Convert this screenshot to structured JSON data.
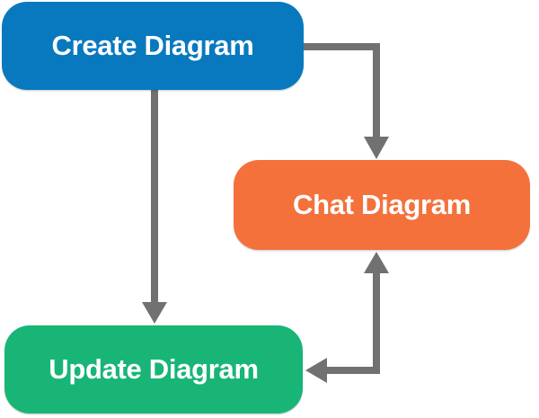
{
  "diagram": {
    "type": "flowchart",
    "background_color": "#ffffff",
    "arrow_color": "#717171",
    "nodes": [
      {
        "id": "create-diagram",
        "label": "Create Diagram",
        "fill_color": "#0879BE",
        "text_color": "#ffffff",
        "shape": "rounded-rectangle"
      },
      {
        "id": "chat-diagram",
        "label": "Chat Diagram",
        "fill_color": "#F4713C",
        "text_color": "#ffffff",
        "shape": "rounded-rectangle"
      },
      {
        "id": "update-diagram",
        "label": "Update Diagram",
        "fill_color": "#18B577",
        "text_color": "#ffffff",
        "shape": "rounded-rectangle"
      }
    ],
    "edges": [
      {
        "from": "create-diagram",
        "to": "chat-diagram",
        "arrow": "one-way",
        "route": "from right side of Create Diagram, right then down into top of Chat Diagram"
      },
      {
        "from": "create-diagram",
        "to": "update-diagram",
        "arrow": "one-way",
        "route": "from bottom of Create Diagram straight down into top of Update Diagram"
      },
      {
        "from": "chat-diagram",
        "to": "update-diagram",
        "arrow": "two-way",
        "route": "from bottom of Chat Diagram down then left into right side of Update Diagram, arrowheads on both ends"
      }
    ]
  }
}
